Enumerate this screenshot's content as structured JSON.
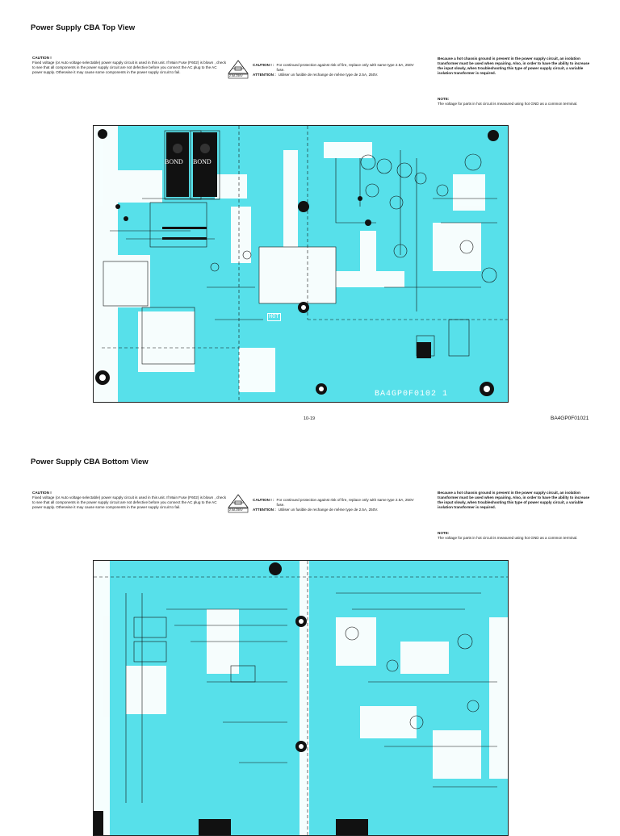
{
  "top_section": {
    "title": "Power Supply CBA Top View",
    "caution_head": "CAUTION !",
    "caution_body": "Fixed voltage (or Auto voltage selectable) power supply circuit is used in this unit. If Main Fuse (F602) is blown , check to see that all components in the power supply circuit are not defective before you connect the AC plug to the AC power supply. Otherwise it may cause some components in the power supply circuit to fail.",
    "fuse_icon_label": "2.5A 250V",
    "caution1_label": "CAUTION ! :",
    "caution1_text": "For continued protection against risk of fire, replace only with same type 2.5A, 250V fuse.",
    "attention_label": "ATTENTION :",
    "attention_text": "Utiliser un fusible de rechange de même type de 2.5A, 250V.",
    "hot_chassis_text": "Because a hot chassis ground is present in the power supply circuit, an isolation transformer must be used when repairing. Also, in order to have the ability to increase the input slowly, when troubleshooting this type of power supply circuit, a variable isolation transformer is required.",
    "note_head": "NOTE:",
    "note_text": "The voltage for parts in hot circuit is measured using hot GND as a common terminal.",
    "board_code": "BA4GP0F0102 1",
    "bond_label": "BOND",
    "hot_label": "HOT"
  },
  "footer": {
    "page_number": "10-19",
    "doc_code": "BA4GP0F01021"
  },
  "bottom_section": {
    "title": "Power Supply CBA Bottom View",
    "caution_head": "CAUTION !",
    "caution_body": "Fixed voltage (or Auto voltage selectable) power supply circuit is used in this unit. If Main Fuse (F602) is blown , check to see that all components in the power supply circuit are not defective before you connect the AC plug to the AC power supply. Otherwise it may cause some components in the power supply circuit to fail.",
    "fuse_icon_label": "2.5A 250V",
    "caution1_label": "CAUTION ! :",
    "caution1_text": "For continued protection against risk of fire, replace only with same type 2.5A, 250V fuse.",
    "attention_label": "ATTENTION :",
    "attention_text": "Utiliser un fusible de rechange de même type de 2.5A, 250V.",
    "hot_chassis_text": "Because a hot chassis ground is present in the power supply circuit, an isolation transformer must be used when repairing. Also, in order to have the ability to increase the input slowly, when troubleshooting this type of power supply circuit, a variable isolation transformer is required.",
    "note_head": "NOTE:",
    "note_text": "The voltage for parts in hot circuit is measured using hot GND as a common terminal."
  },
  "colors": {
    "board": "#57e0ea",
    "trace": "#ffffff",
    "ink": "#111111"
  }
}
